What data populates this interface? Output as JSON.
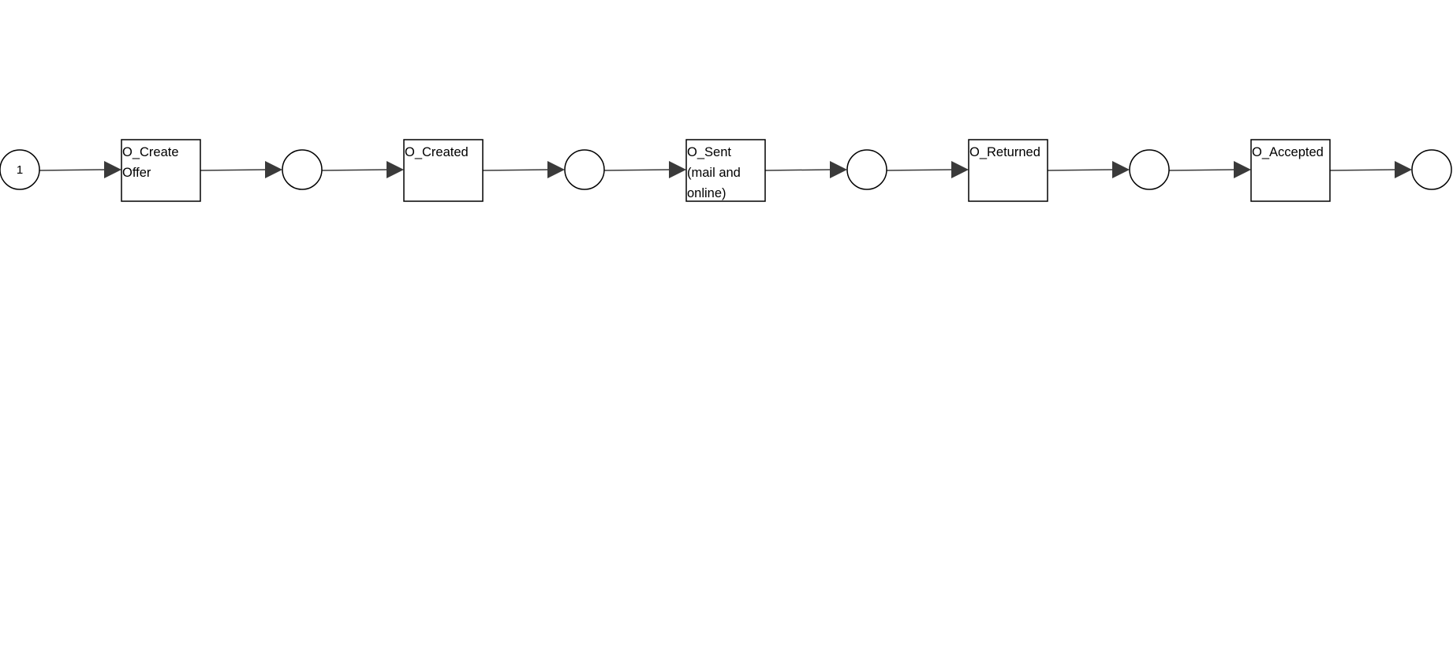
{
  "diagram": {
    "places": [
      {
        "id": "p0",
        "tokens": "1"
      },
      {
        "id": "p1",
        "tokens": ""
      },
      {
        "id": "p2",
        "tokens": ""
      },
      {
        "id": "p3",
        "tokens": ""
      },
      {
        "id": "p4",
        "tokens": ""
      },
      {
        "id": "p5",
        "tokens": ""
      }
    ],
    "transitions": [
      {
        "id": "t0",
        "label_lines": [
          "O_Create",
          "Offer"
        ]
      },
      {
        "id": "t1",
        "label_lines": [
          " O_Created"
        ]
      },
      {
        "id": "t2",
        "label_lines": [
          "O_Sent",
          "(mail and",
          "online)"
        ]
      },
      {
        "id": "t3",
        "label_lines": [
          "O_Returned"
        ]
      },
      {
        "id": "t4",
        "label_lines": [
          "O_Accepted"
        ]
      }
    ],
    "arcs": [
      {
        "from": "p0",
        "to": "t0"
      },
      {
        "from": "t0",
        "to": "p1"
      },
      {
        "from": "p1",
        "to": "t1"
      },
      {
        "from": "t1",
        "to": "p2"
      },
      {
        "from": "p2",
        "to": "t2"
      },
      {
        "from": "t2",
        "to": "p3"
      },
      {
        "from": "p3",
        "to": "t3"
      },
      {
        "from": "t3",
        "to": "p4"
      },
      {
        "from": "p4",
        "to": "t4"
      },
      {
        "from": "t4",
        "to": "p5"
      }
    ],
    "colors": {
      "stroke": "#000000",
      "arc": "#3a3a3a",
      "fill": "#ffffff"
    }
  }
}
